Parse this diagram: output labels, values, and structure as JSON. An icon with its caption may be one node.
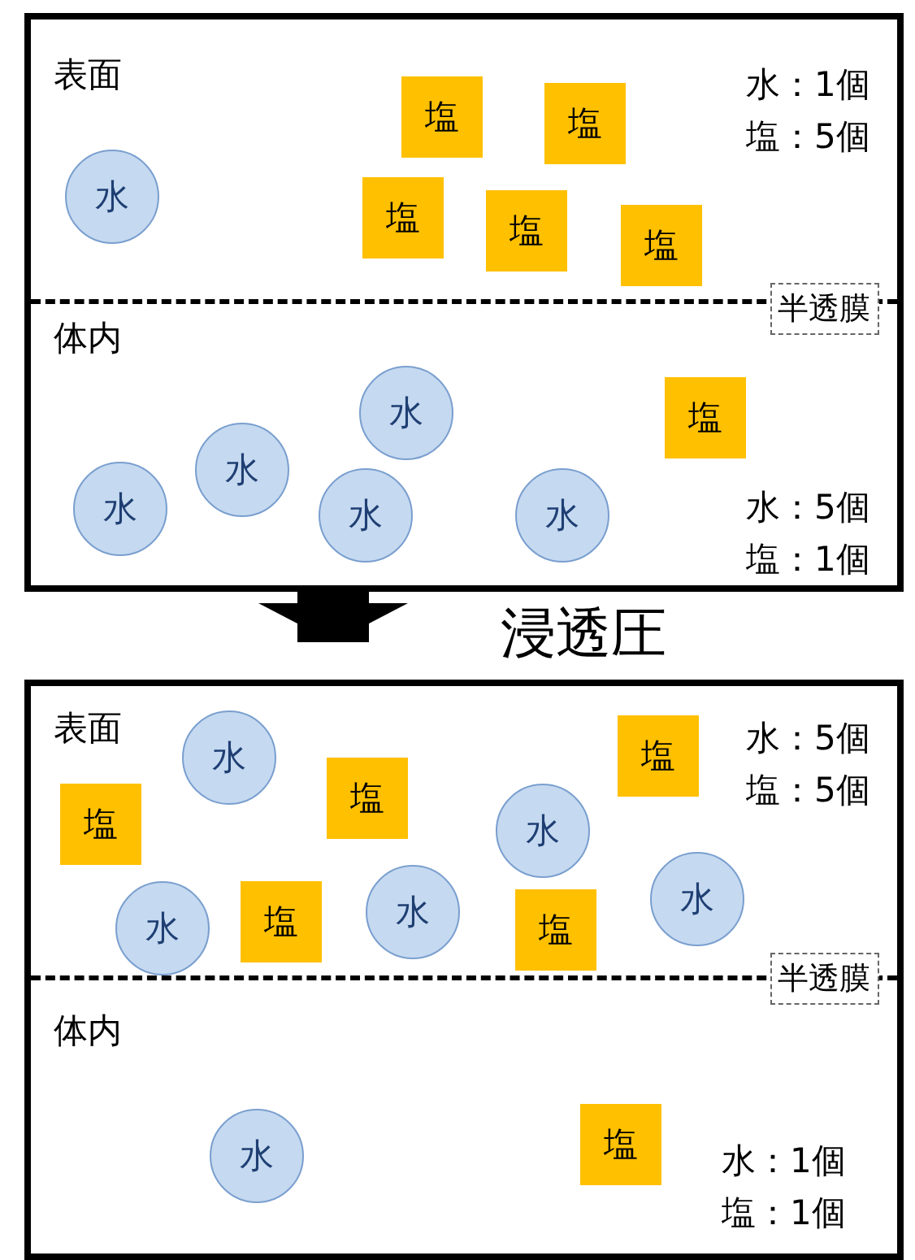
{
  "diagram": {
    "nodes": [
      {
        "text": [
          "表面",
          "水：1個",
          "塩：5個",
          "体内",
          "水：5個",
          "塩：1個"
        ]
      },
      {
        "text": [
          "塩"
        ],
        "in": 0
      },
      {
        "text": [
          "塩"
        ],
        "in": 0
      },
      {
        "text": [
          "水"
        ],
        "in": 0
      },
      {
        "text": [
          "塩"
        ],
        "in": 0
      },
      {
        "text": [
          "塩"
        ],
        "in": 0
      },
      {
        "text": [
          "塩"
        ],
        "in": 0
      },
      {
        "text": [
          "半透膜"
        ],
        "in": 0
      },
      {
        "text": [
          "水"
        ],
        "in": 0
      },
      {
        "text": [
          "塩"
        ],
        "in": 0
      },
      {
        "text": [
          "水"
        ],
        "in": 0
      },
      {
        "text": [
          "水"
        ],
        "in": 0
      },
      {
        "text": [
          "水"
        ],
        "in": 0
      },
      {
        "text": [
          "水"
        ],
        "in": 0
      },
      {
        "text": [
          "表面",
          "水：5個",
          "塩：5個",
          "体内",
          "水：1個",
          "塩：1個"
        ]
      },
      {
        "text": [
          "塩"
        ],
        "in": 14
      },
      {
        "text": [
          "水"
        ],
        "in": 14
      },
      {
        "text": [
          "塩"
        ],
        "in": 14
      },
      {
        "text": [
          "塩"
        ],
        "in": 14
      },
      {
        "text": [
          "水"
        ],
        "in": 14
      },
      {
        "text": [
          "水"
        ],
        "in": 14
      },
      {
        "text": [
          "塩"
        ],
        "in": 14
      },
      {
        "text": [
          "水"
        ],
        "in": 14
      },
      {
        "text": [
          "塩"
        ],
        "in": 14
      },
      {
        "text": [
          "水"
        ],
        "in": 14
      },
      {
        "text": [
          "半透膜"
        ],
        "in": 14
      },
      {
        "text": [
          "水"
        ],
        "in": 14
      },
      {
        "text": [
          "塩"
        ],
        "in": 14
      }
    ],
    "edges": [
      {
        "from": 0,
        "to": 14,
        "arrow": "to",
        "label": "浸透圧"
      }
    ]
  }
}
